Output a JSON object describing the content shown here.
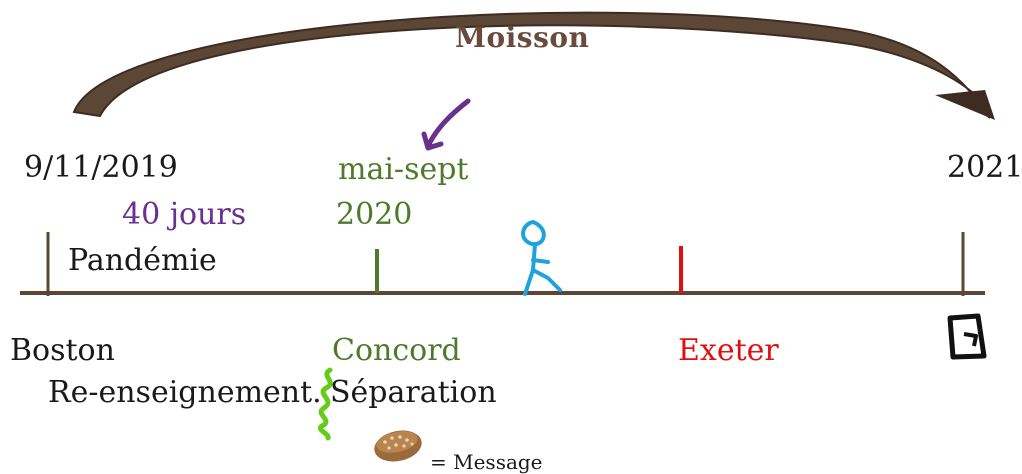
{
  "arc": {
    "label": "Moisson",
    "color": "#5c4636"
  },
  "timeline": {
    "line_color": "#5c4636",
    "dates": {
      "start": "9/11/2019",
      "pandemic_duration": "40 jours",
      "concord_months": "mai-sept",
      "concord_year": "2020",
      "end": "2021"
    },
    "events": {
      "pandemic": "Pandémie"
    },
    "places": {
      "boston": "Boston",
      "concord": "Concord",
      "exeter": "Exeter"
    },
    "phases": {
      "reteaching": "Re-enseignement.",
      "separation": "Séparation"
    }
  },
  "legend": {
    "text": "= Message",
    "icon": "bread-icon"
  },
  "icons": [
    "curved-arrow-icon",
    "pointer-arrow-icon",
    "stick-figure-icon",
    "door-icon",
    "squiggle-icon",
    "bread-icon"
  ],
  "colors": {
    "purple": "#6a2f8f",
    "green": "#4f7a2e",
    "red": "#e01010",
    "blue": "#1fa3dd",
    "lime": "#66cc1a"
  }
}
